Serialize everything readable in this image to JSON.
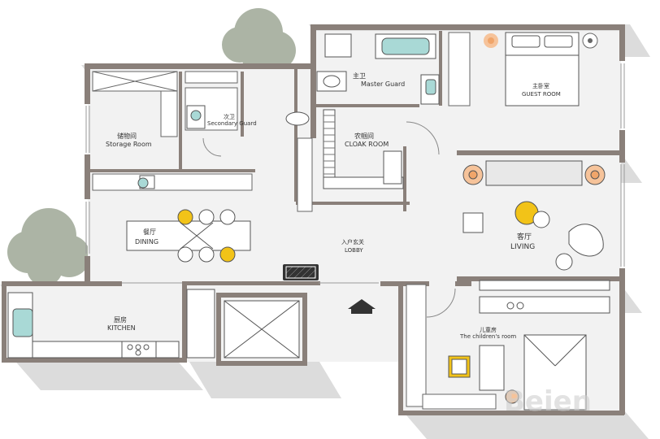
{
  "rooms": {
    "master_bath": {
      "cn": "主卫",
      "en": "Master Guard"
    },
    "master_bedroom": {
      "cn": "主卧室",
      "en": "GUEST ROOM"
    },
    "secondary_bath": {
      "cn": "次卫",
      "en": "Secondary Guard"
    },
    "storage": {
      "cn": "储物间",
      "en": "Storage Room"
    },
    "cloakroom": {
      "cn": "农帼间",
      "en": "CLOAK ROOM"
    },
    "dining": {
      "cn": "餐厅",
      "en": "DINING"
    },
    "lobby": {
      "cn": "入户玄关",
      "en": "LOBBY"
    },
    "living": {
      "cn": "客厅",
      "en": "LIVING"
    },
    "kitchen": {
      "cn": "厨房",
      "en": "KITCHEN"
    },
    "childrens_room": {
      "cn": "儿童房",
      "en": "The children's room"
    }
  },
  "watermark": "Beien",
  "colors": {
    "wall": "#8a807a",
    "floor": "#f2f2f2",
    "shadow": "#dcdcdc",
    "accent_yellow": "#f2c318",
    "lamp_orange": "#f0a56a",
    "cabinet": "#ffffff",
    "tree": "#9ea896"
  }
}
